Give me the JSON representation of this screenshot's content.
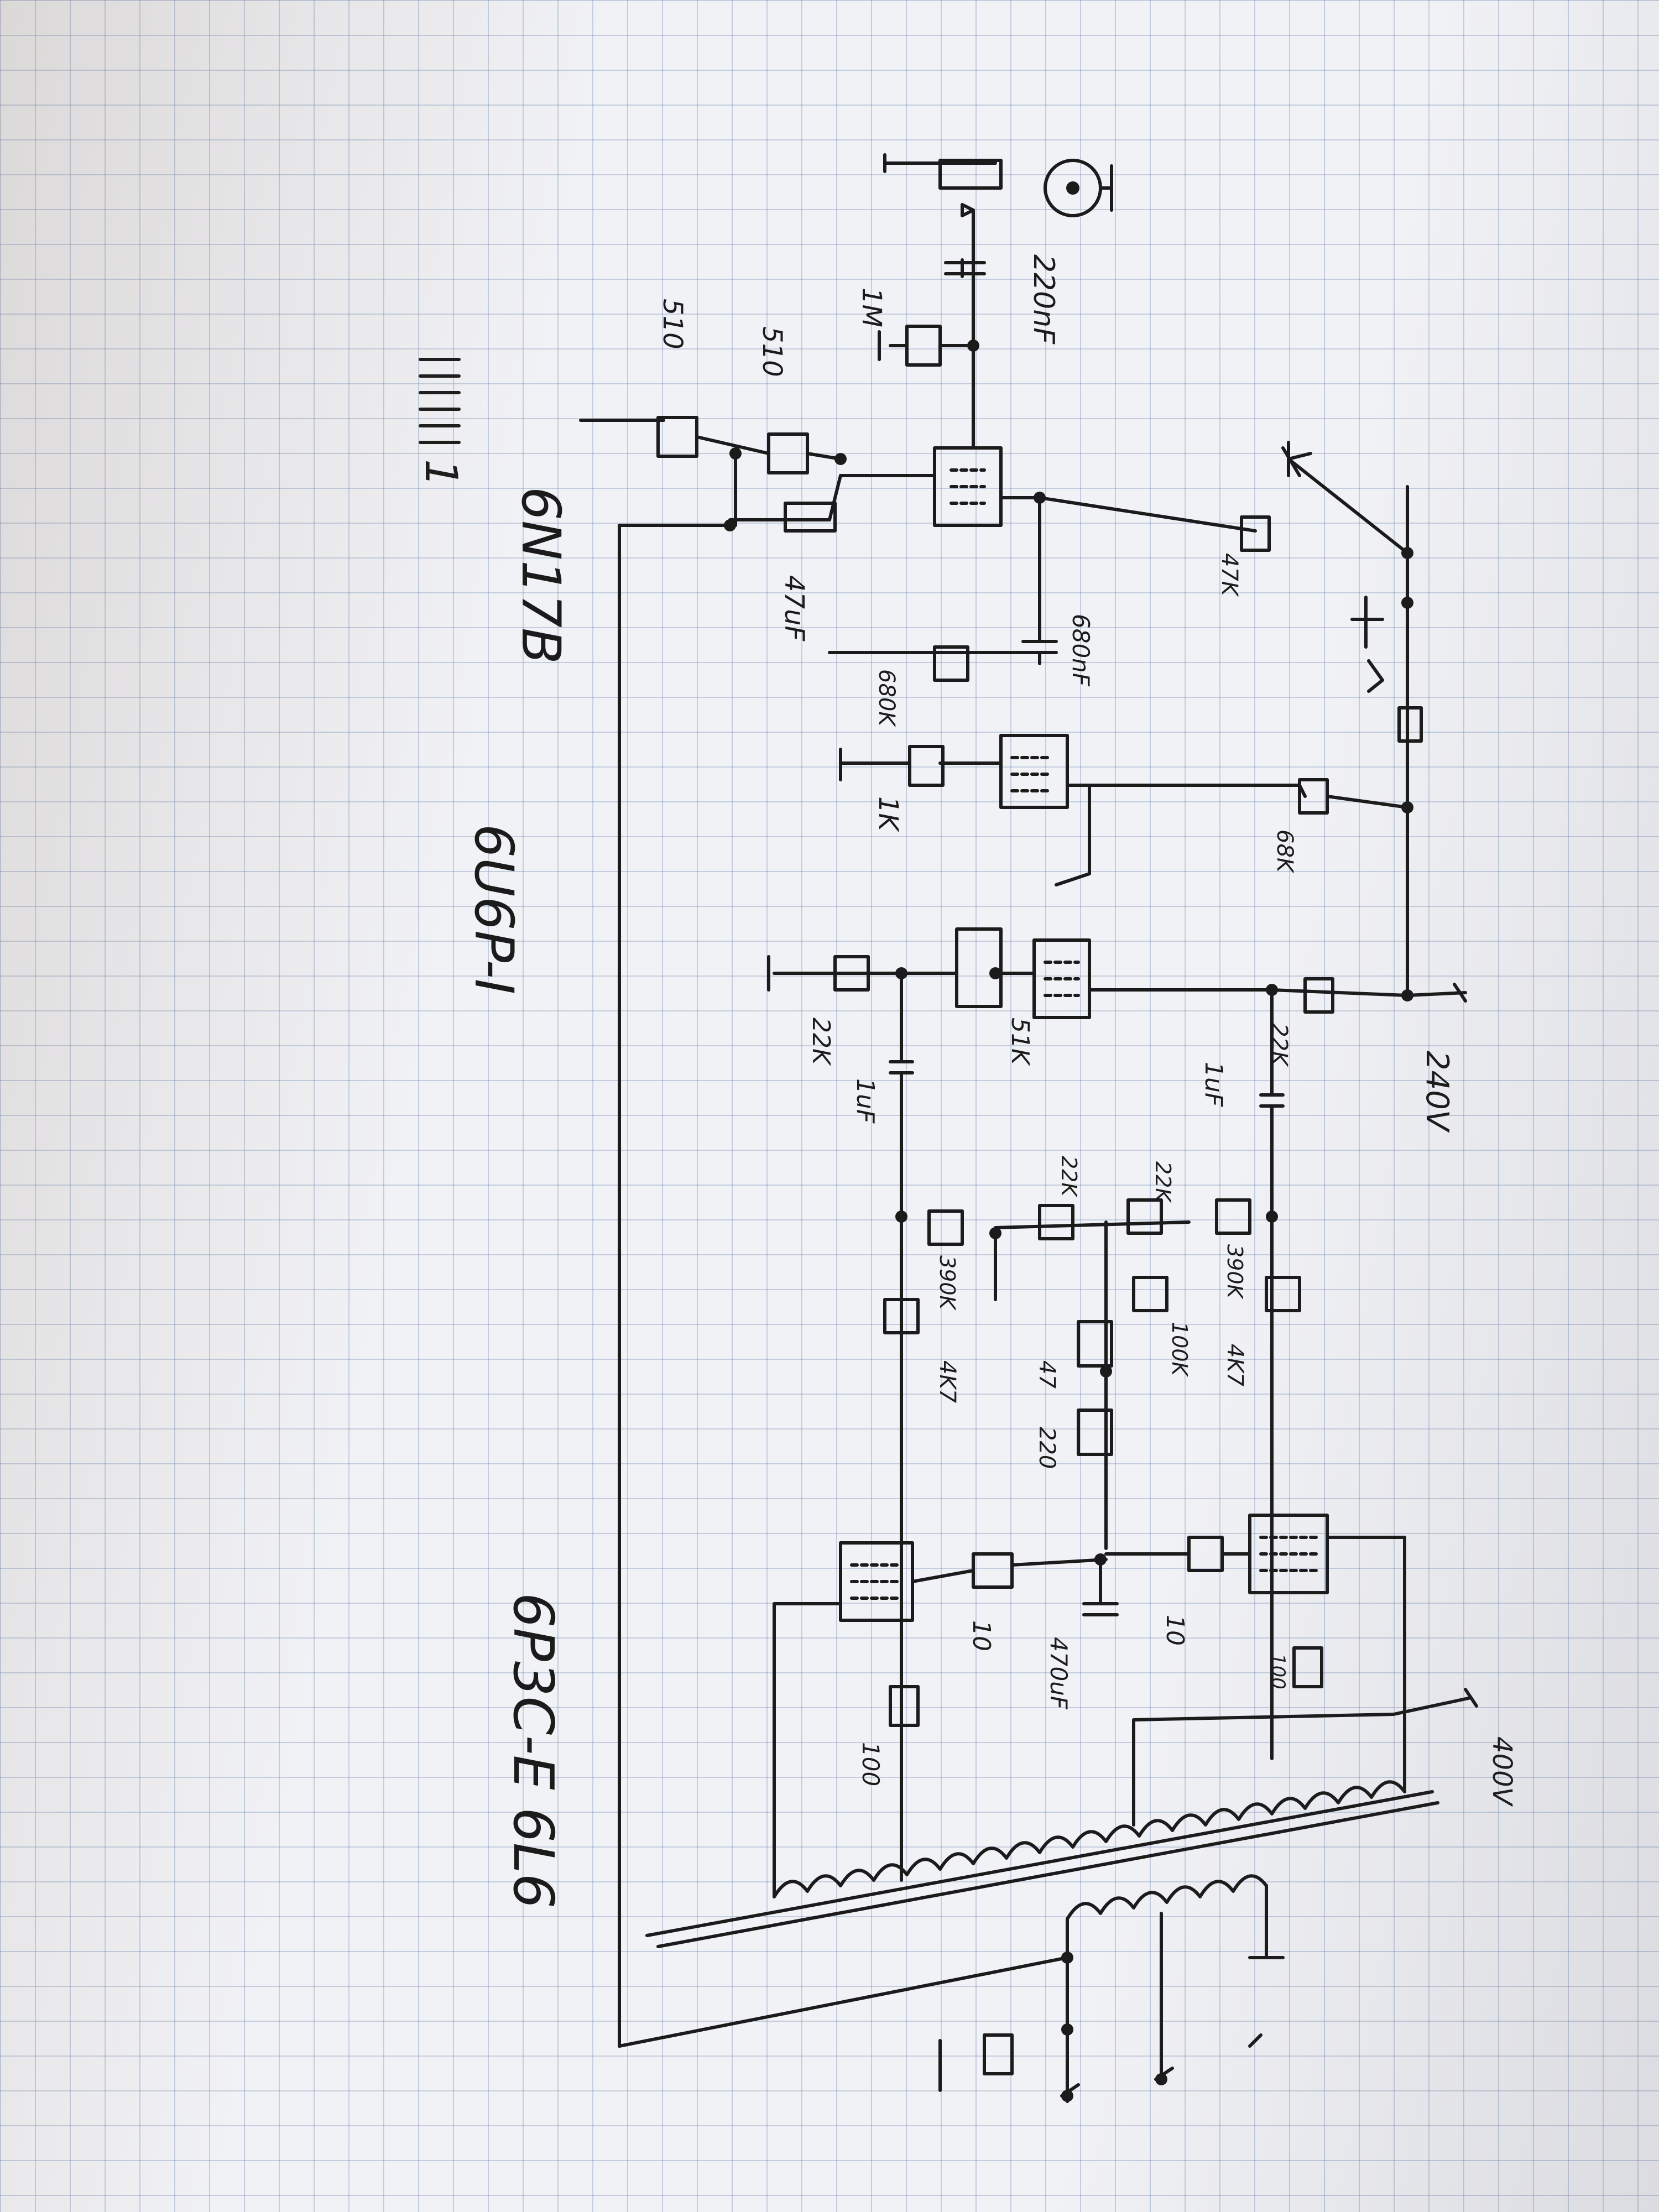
{
  "tubes": {
    "t1": "6N17B",
    "t2": "6U6P-I",
    "t3": "6P3C-E  6L6",
    "mark": "1"
  },
  "voltages": {
    "v240": "240V",
    "v400": "400V"
  },
  "parts": {
    "in_cap": "220nF",
    "in_grid": "1M",
    "k1": "510",
    "k2": "510",
    "k_cap": "47uF",
    "plate1": "47K",
    "plate2": "68K",
    "plate3": "22K",
    "cpl1": "680nF",
    "grid2": "680K",
    "k3": "1K",
    "k4": "51K",
    "grid3": "22K",
    "cpl2": "1uF",
    "cpl3": "1uF",
    "pi_a1": "22K",
    "pi_a2": "22K",
    "pi_b": "390K",
    "pi_c": "390K",
    "pi_d": "100K",
    "pi_e": "4K7",
    "pi_f": "4K7",
    "bias1": "47",
    "bias2": "220",
    "gs1": "10",
    "gs2": "10",
    "bias_cap": "470uF",
    "sg1": "100",
    "sg2": "100"
  }
}
